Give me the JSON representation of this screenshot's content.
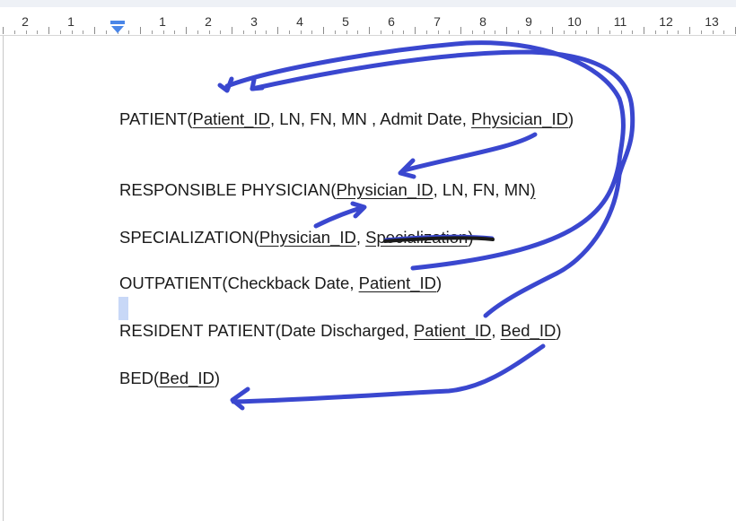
{
  "ruler": {
    "numbers": [
      "2",
      "1",
      "1",
      "2",
      "3",
      "4",
      "5",
      "6",
      "7",
      "8",
      "9",
      "10",
      "11",
      "12",
      "13"
    ]
  },
  "document": {
    "patient": {
      "name": "PATIENT(",
      "pk": "Patient_ID",
      "mid": ", LN, FN, MN , Admit Date, ",
      "fk": "Physician_ID",
      "end": ")"
    },
    "physician": {
      "name": "RESPONSIBLE PHYSICIAN(",
      "pk": "Physician_ID",
      "mid": ", LN, FN, MN",
      "end": ")"
    },
    "specialization": {
      "name": "SPECIALIZATION(",
      "pk1": "Physician_ID",
      "sep": ", ",
      "pk2": "Specialization",
      "end": ")"
    },
    "outpatient": {
      "name": "OUTPATIENT(Checkback Date, ",
      "pk": "Patient_ID",
      "end": ")"
    },
    "resident": {
      "name": "RESIDENT PATIENT(Date Discharged, ",
      "pk": "Patient_ID",
      "sep": ", ",
      "fk": "Bed_ID",
      "end": ")"
    },
    "bed": {
      "name": "BED(",
      "pk": "Bed_ID",
      "end": ")"
    }
  },
  "colors": {
    "ink": "#3a47cf",
    "text": "#1a1a1a",
    "selection": "#c8d8f7"
  }
}
